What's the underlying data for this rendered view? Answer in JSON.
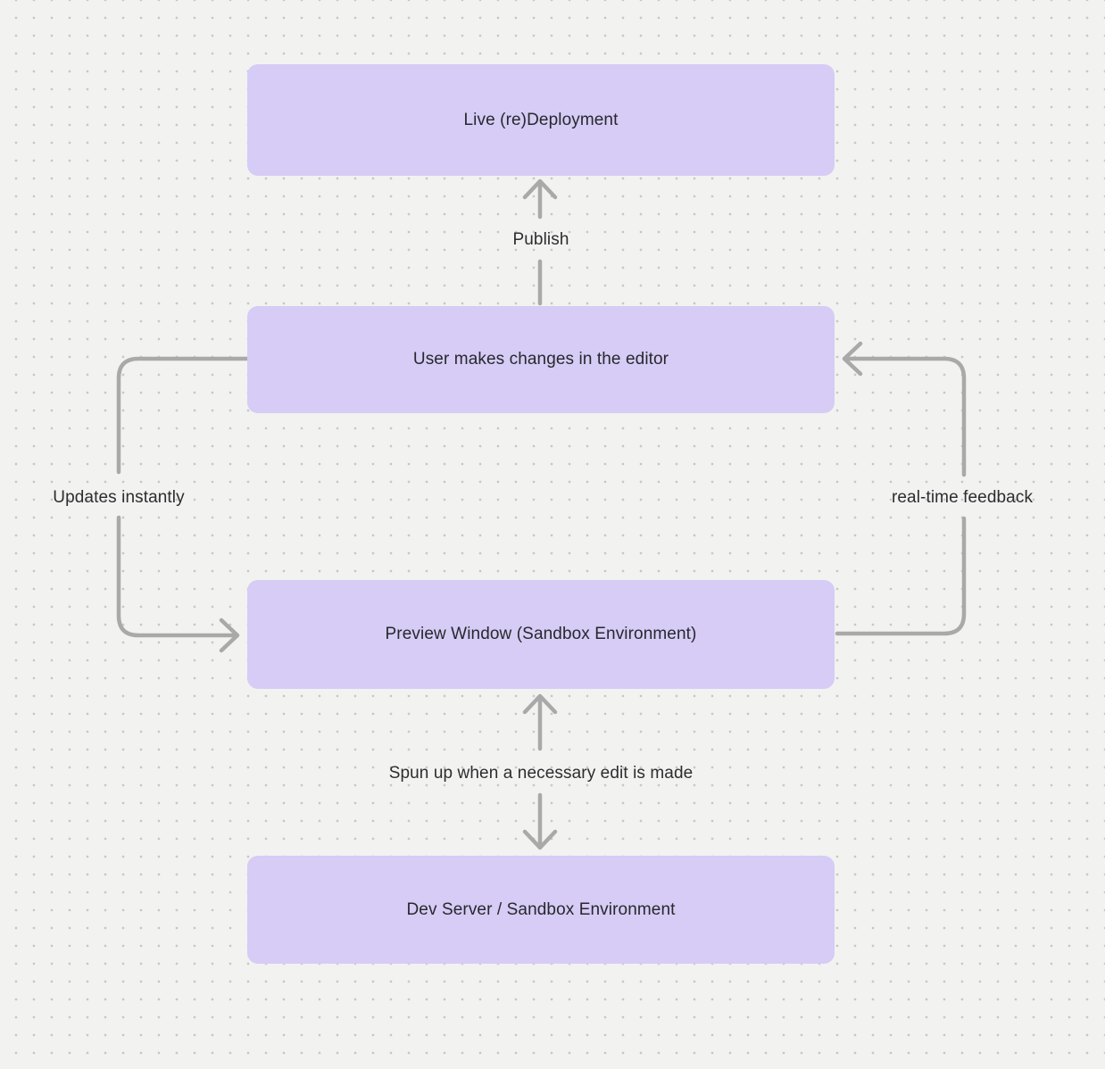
{
  "diagram": {
    "colors": {
      "background": "#f2f2f1",
      "dot": "#c7c7c7",
      "node_fill": "#d6ccf5",
      "node_text": "#28282e",
      "edge_stroke": "#a9a9a9",
      "edge_label_text": "#2d2d30"
    },
    "nodes": [
      {
        "id": "live-redeployment",
        "label": "Live (re)Deployment"
      },
      {
        "id": "user-edits",
        "label": "User makes changes in the editor"
      },
      {
        "id": "preview-window",
        "label": "Preview Window (Sandbox Environment)"
      },
      {
        "id": "dev-server",
        "label": "Dev Server / Sandbox Environment"
      }
    ],
    "edges": [
      {
        "id": "publish",
        "label": "Publish",
        "from": "user-edits",
        "to": "live-redeployment",
        "direction": "up"
      },
      {
        "id": "updates-instantly",
        "label": "Updates instantly",
        "from": "user-edits",
        "to": "preview-window",
        "direction": "left-loop"
      },
      {
        "id": "real-time-feedback",
        "label": "real-time feedback",
        "from": "preview-window",
        "to": "user-edits",
        "direction": "right-loop"
      },
      {
        "id": "spun-up",
        "label": "Spun up when a necessary edit is made",
        "from": "preview-window",
        "to": "dev-server",
        "direction": "bidirectional"
      }
    ]
  }
}
